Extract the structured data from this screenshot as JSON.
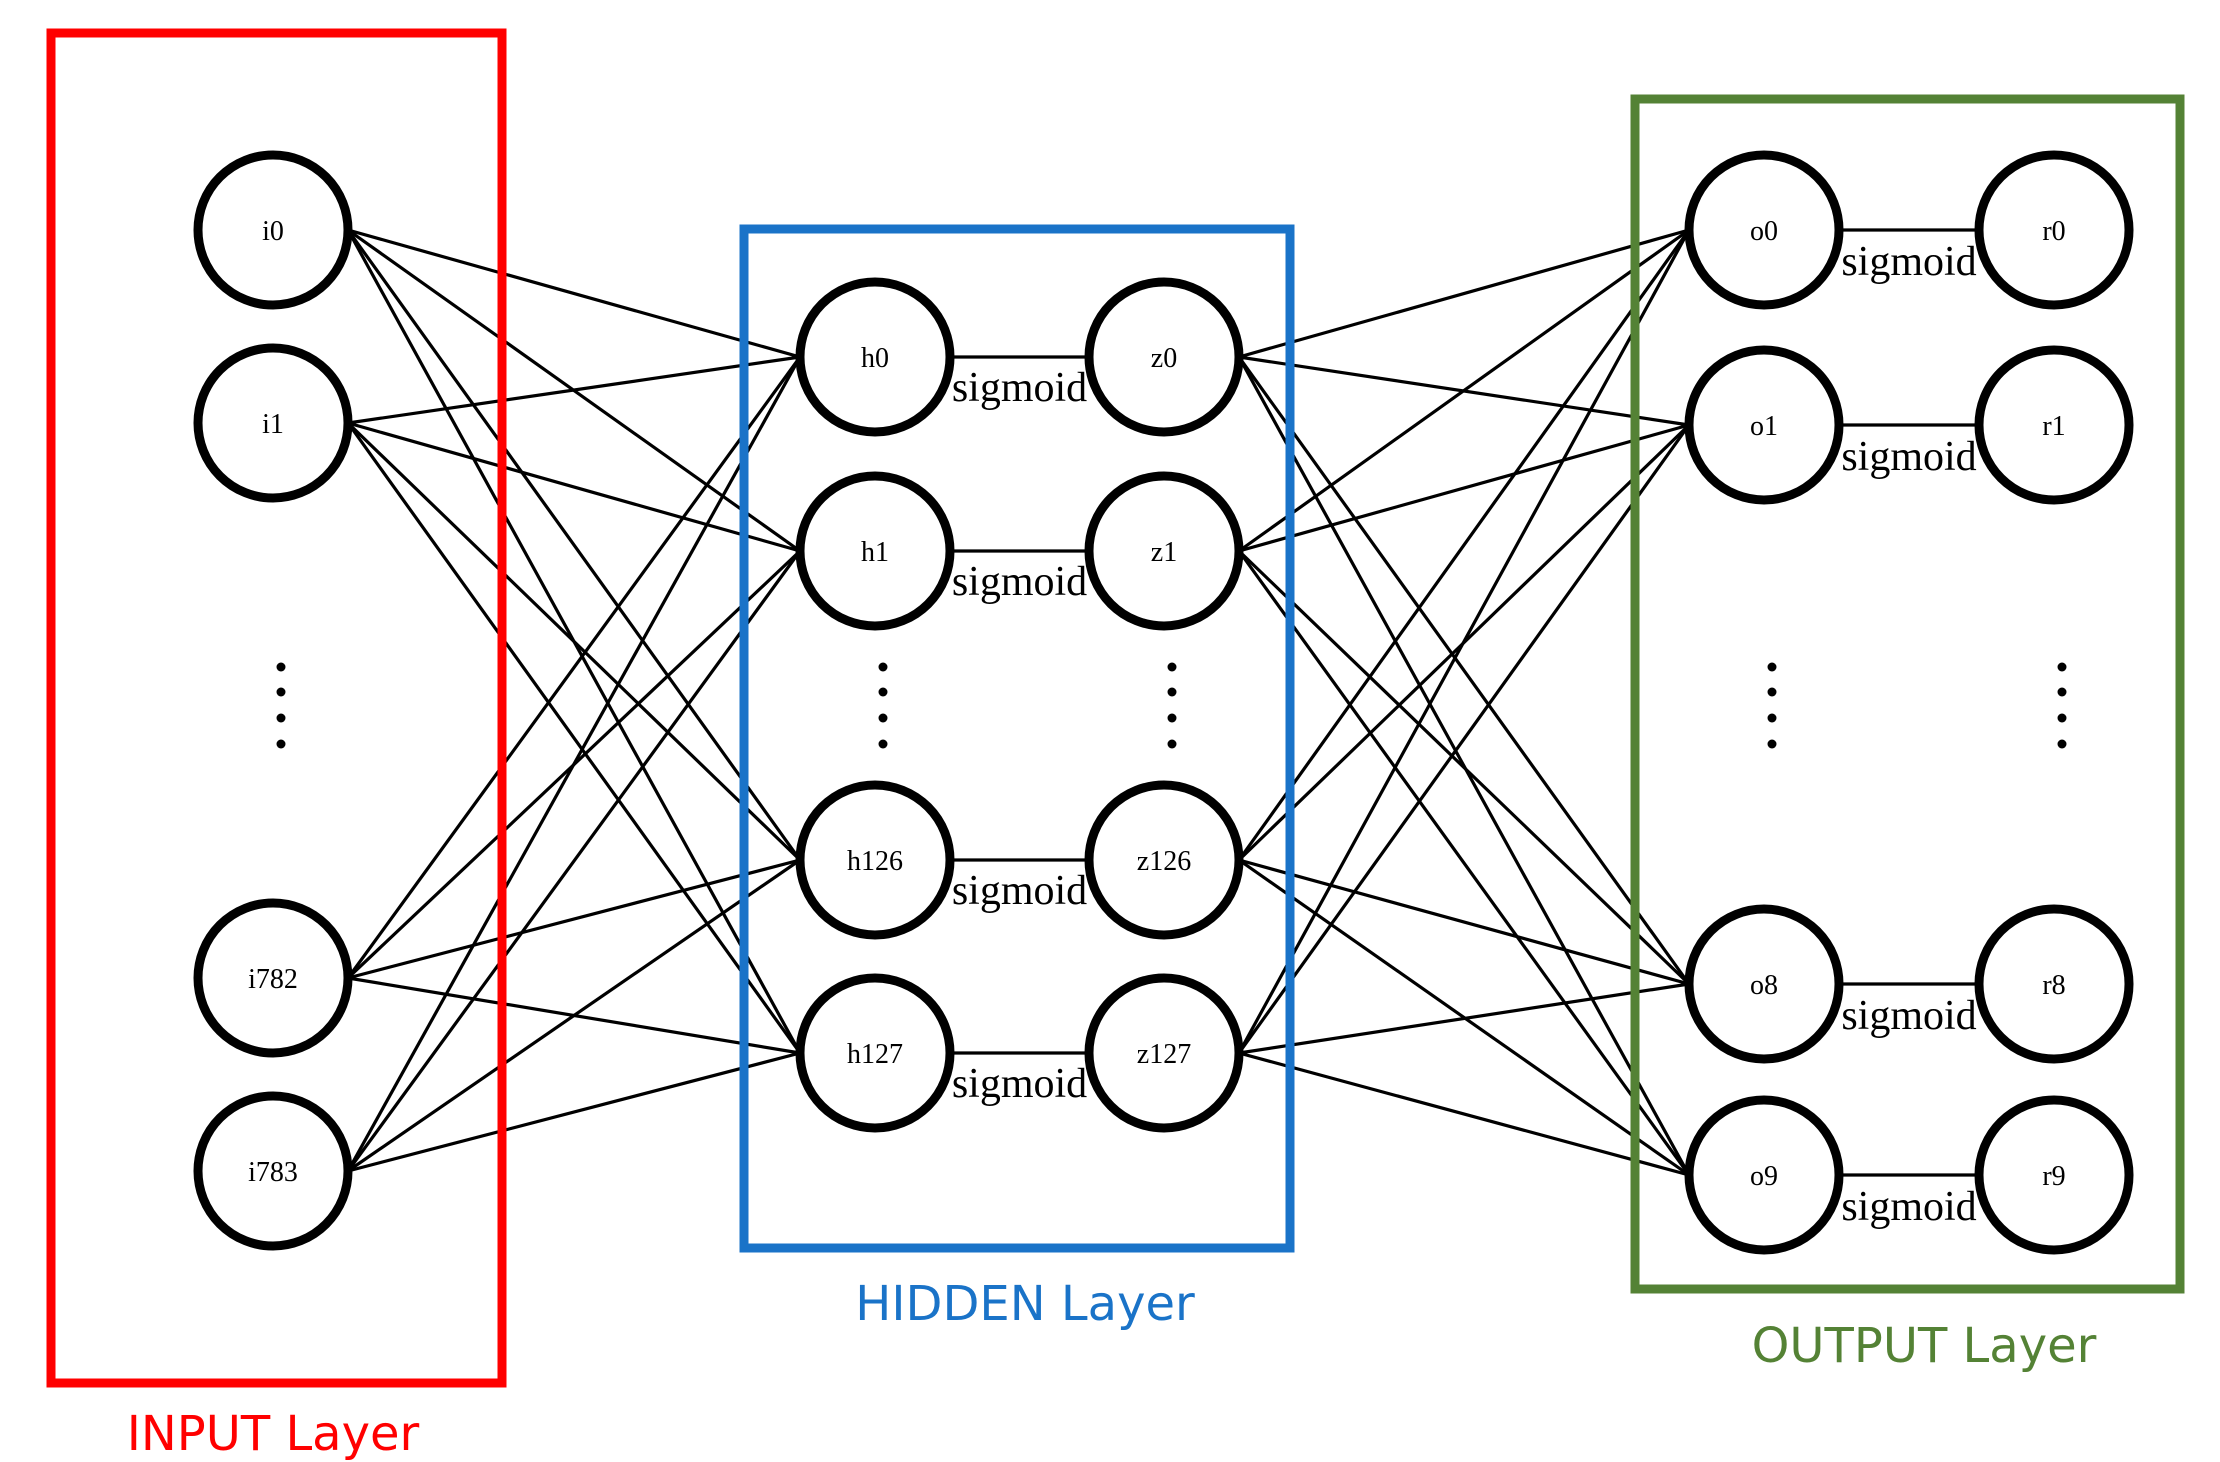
{
  "layers": {
    "input": {
      "caption": "INPUT Layer",
      "color": "#ff0000",
      "nodes": [
        "i0",
        "i1",
        "i782",
        "i783"
      ]
    },
    "hidden": {
      "caption": "HIDDEN Layer",
      "color": "#1a73c8",
      "pre_activation": [
        "h0",
        "h1",
        "h126",
        "h127"
      ],
      "post_activation": [
        "z0",
        "z1",
        "z126",
        "z127"
      ],
      "activation": [
        "sigmoid",
        "sigmoid",
        "sigmoid",
        "sigmoid"
      ]
    },
    "output": {
      "caption": "OUTPUT Layer",
      "color": "#548235",
      "pre_activation": [
        "o0",
        "o1",
        "o8",
        "o9"
      ],
      "post_activation": [
        "r0",
        "r1",
        "r8",
        "r9"
      ],
      "activation": [
        "sigmoid",
        "sigmoid",
        "sigmoid",
        "sigmoid"
      ]
    }
  }
}
